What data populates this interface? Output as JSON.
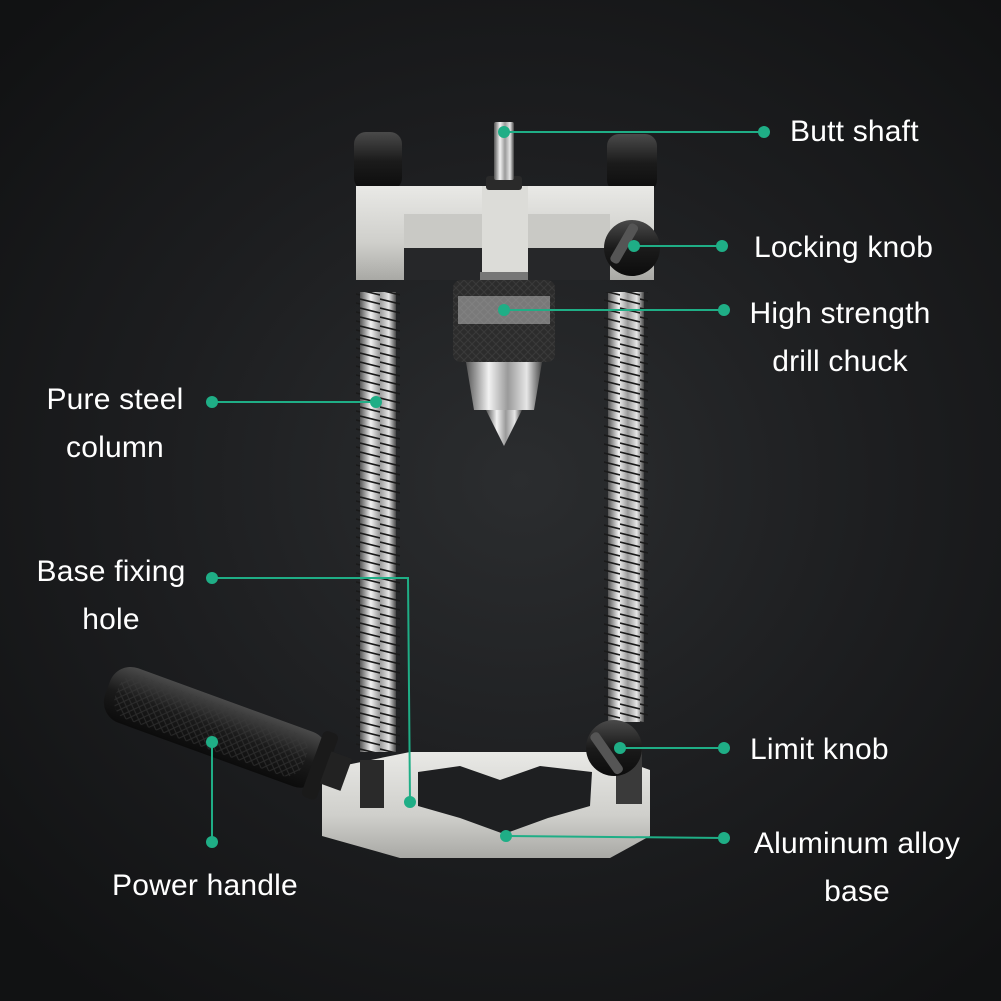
{
  "accent_color": "#1fae86",
  "labels": {
    "butt_shaft": "Butt shaft",
    "locking_knob": "Locking knob",
    "drill_chuck": "High strength\ndrill chuck",
    "steel_column": "Pure steel\ncolumn",
    "base_fixing_hole": "Base fixing\nhole",
    "limit_knob": "Limit knob",
    "aluminum_base": "Aluminum alloy\nbase",
    "power_handle": "Power handle"
  }
}
